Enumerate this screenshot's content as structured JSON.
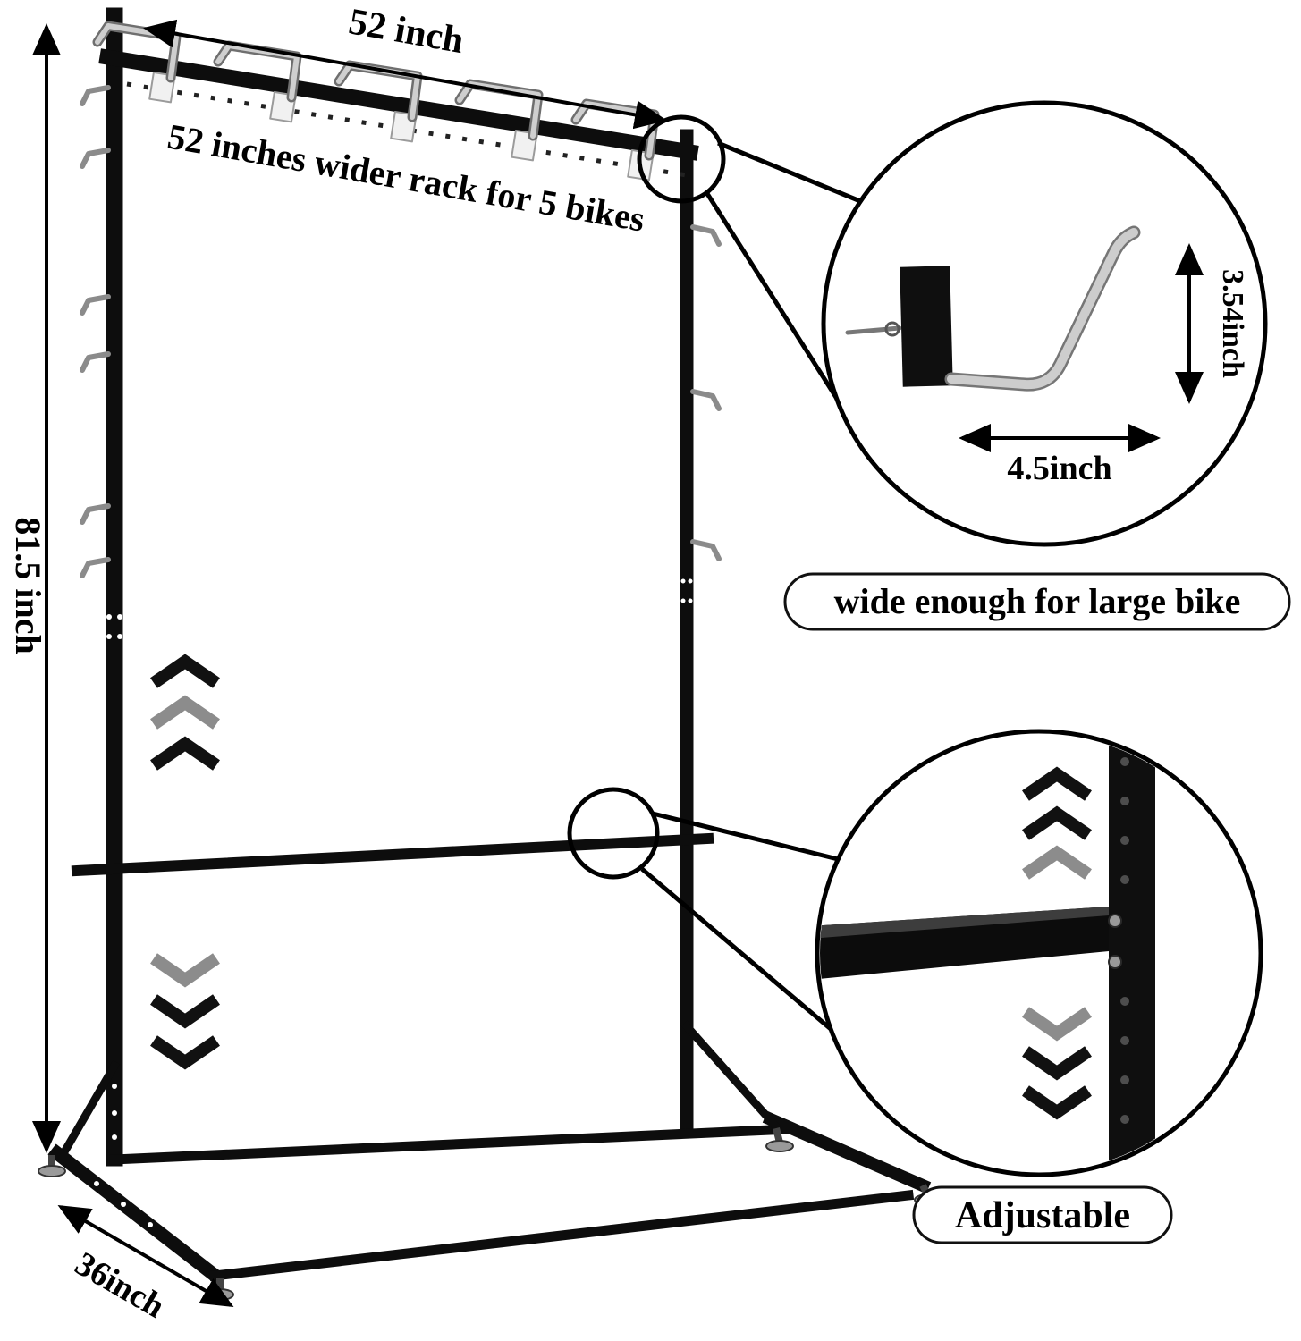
{
  "page": {
    "background": "#ffffff"
  },
  "dimensions": {
    "top_width": "52 inch",
    "height": "81.5 inch",
    "depth": "36inch",
    "hook_height": "3.54inch",
    "hook_width": "4.5inch"
  },
  "annotations": {
    "rack_caption": "52 inches wider rack for 5 bikes",
    "wide_note": "wide enough for large bike",
    "adjustable_note": "Adjustable"
  },
  "colors": {
    "frame": "#0d0d0d",
    "hook_silver": "#cdcdcd",
    "chevron_gray": "#8c8c8c",
    "dimension_lines": "#000000"
  }
}
